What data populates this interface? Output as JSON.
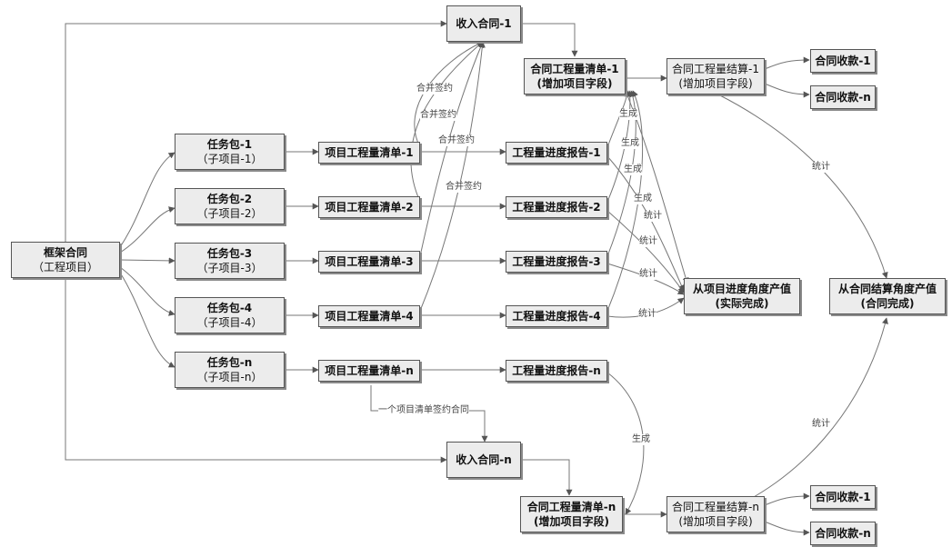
{
  "nodes": {
    "framework": {
      "l1": "框架合同",
      "l2": "（工程项目）"
    },
    "pkg1": {
      "l1": "任务包-1",
      "l2": "（子项目-1）"
    },
    "pkg2": {
      "l1": "任务包-2",
      "l2": "（子项目-2）"
    },
    "pkg3": {
      "l1": "任务包-3",
      "l2": "（子项目-3）"
    },
    "pkg4": {
      "l1": "任务包-4",
      "l2": "（子项目-4）"
    },
    "pkgn": {
      "l1": "任务包-n",
      "l2": "（子项目-n）"
    },
    "list1": "项目工程量清单-1",
    "list2": "项目工程量清单-2",
    "list3": "项目工程量清单-3",
    "list4": "项目工程量清单-4",
    "listn": "项目工程量清单-n",
    "rep1": "工程量进度报告-1",
    "rep2": "工程量进度报告-2",
    "rep3": "工程量进度报告-3",
    "rep4": "工程量进度报告-4",
    "repn": "工程量进度报告-n",
    "inc1": "收入合同-1",
    "incn": "收入合同-n",
    "cq1": {
      "l1": "合同工程量清单-1",
      "l2": "(增加项目字段)"
    },
    "cqn": {
      "l1": "合同工程量清单-n",
      "l2": "(增加项目字段)"
    },
    "cs1": {
      "l1": "合同工程量结算-1",
      "l2": "(增加项目字段)"
    },
    "csn": {
      "l1": "合同工程量结算-n",
      "l2": "(增加项目字段)"
    },
    "rcv1a": "合同收款-1",
    "rcv1b": "合同收款-n",
    "rcvna": "合同收款-1",
    "rcvnb": "合同收款-n",
    "outProgress": {
      "l1": "从项目进度角度产值",
      "l2": "(实际完成)"
    },
    "outSettle": {
      "l1": "从合同结算角度产值",
      "l2": "(合同完成)"
    }
  },
  "labels": {
    "merge1": "合并签约",
    "merge2": "合并签约",
    "merge3": "合并签约",
    "merge4": "合并签约",
    "gen1": "生成",
    "gen2": "生成",
    "gen3": "生成",
    "gen4": "生成",
    "genN": "生成",
    "stat1": "统计",
    "stat2": "统计",
    "stat3": "统计",
    "stat4": "统计",
    "statTop": "统计",
    "statBottom": "统计",
    "oneList": "一个项目清单签约合同"
  }
}
